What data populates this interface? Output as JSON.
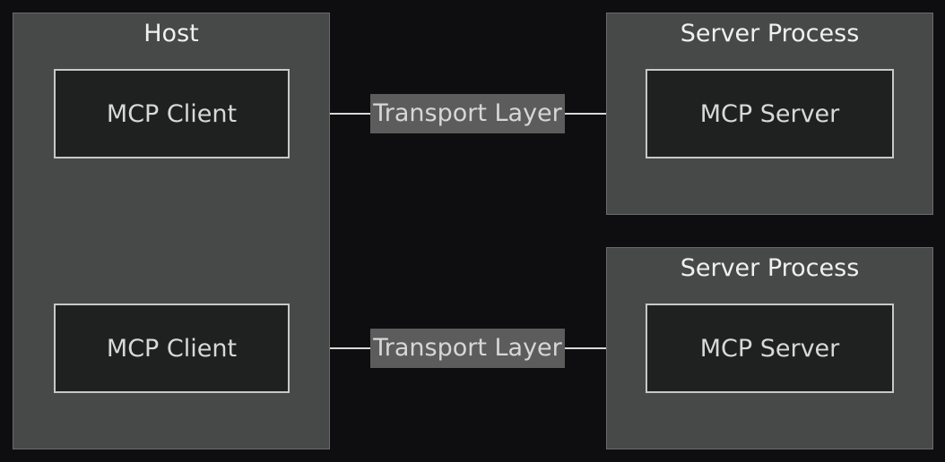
{
  "host": {
    "title": "Host",
    "clients": [
      {
        "label": "MCP Client"
      },
      {
        "label": "MCP Client"
      }
    ]
  },
  "servers": [
    {
      "process_title": "Server Process",
      "server_label": "MCP Server"
    },
    {
      "process_title": "Server Process",
      "server_label": "MCP Server"
    }
  ],
  "connections": [
    {
      "label": "Transport Layer"
    },
    {
      "label": "Transport Layer"
    }
  ],
  "colors": {
    "background": "#0e0e10",
    "cluster_fill": "#474948",
    "node_fill": "#1f2120",
    "node_border": "#c8c8c8",
    "edge": "#d8d8d8",
    "edge_label_fill": "#5c5c5c"
  }
}
